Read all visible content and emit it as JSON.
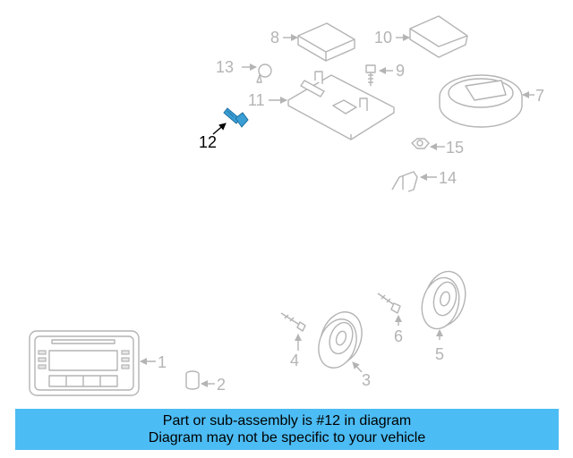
{
  "callouts": {
    "n1": "1",
    "n2": "2",
    "n3": "3",
    "n4": "4",
    "n5": "5",
    "n6": "6",
    "n7": "7",
    "n8": "8",
    "n9": "9",
    "n10": "10",
    "n11": "11",
    "n12": "12",
    "n13": "13",
    "n14": "14",
    "n15": "15"
  },
  "highlight_color": "#3b9fd6",
  "banner": {
    "line1": "Part or sub-assembly is #12 in diagram",
    "line2": "Diagram may not be specific to your vehicle",
    "color": "#4cbcf4"
  }
}
